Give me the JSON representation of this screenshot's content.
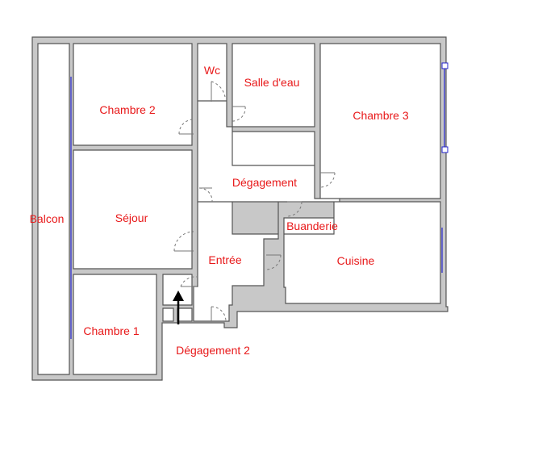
{
  "floor_plan": {
    "rooms": [
      {
        "id": "balcon",
        "label": "Balcon"
      },
      {
        "id": "chambre-2",
        "label": "Chambre 2"
      },
      {
        "id": "wc",
        "label": "Wc"
      },
      {
        "id": "salle-d-eau",
        "label": "Salle d'eau"
      },
      {
        "id": "chambre-3",
        "label": "Chambre 3"
      },
      {
        "id": "degagement",
        "label": "Dégagement"
      },
      {
        "id": "sejour",
        "label": "Séjour"
      },
      {
        "id": "buanderie",
        "label": "Buanderie"
      },
      {
        "id": "entree",
        "label": "Entrée"
      },
      {
        "id": "cuisine",
        "label": "Cuisine"
      },
      {
        "id": "chambre-1",
        "label": "Chambre 1"
      },
      {
        "id": "degagement-2",
        "label": "Dégagement 2"
      }
    ],
    "colors": {
      "wall_fill": "#c8c8c8",
      "wall_outline": "#555555",
      "label": "#e8191a",
      "window": "#2222cc",
      "entry_arrow": "#000000"
    },
    "icons": [
      "entry-arrow-icon"
    ]
  }
}
